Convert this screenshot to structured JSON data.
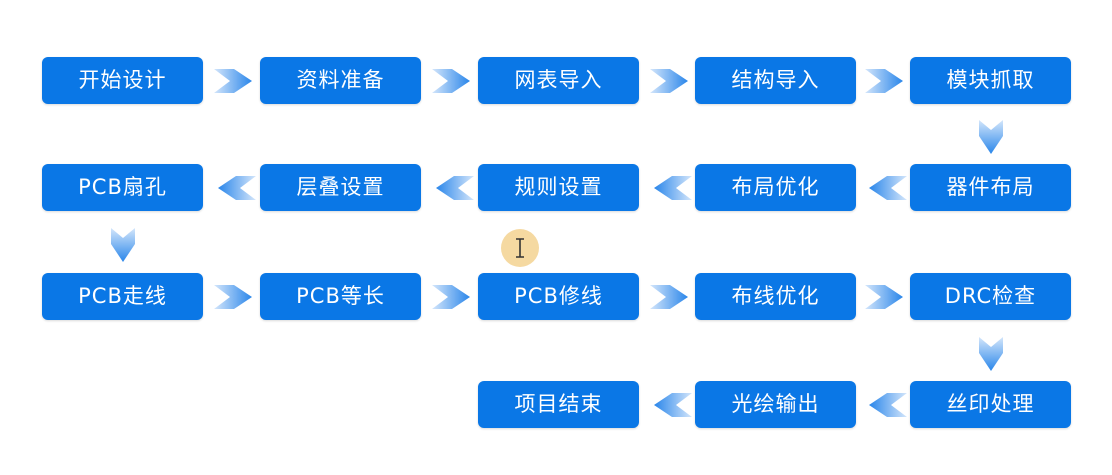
{
  "flow": {
    "steps": [
      "开始设计",
      "资料准备",
      "网表导入",
      "结构导入",
      "模块抓取",
      "器件布局",
      "布局优化",
      "规则设置",
      "层叠设置",
      "PCB扇孔",
      "PCB走线",
      "PCB等长",
      "PCB修线",
      "布线优化",
      "DRC检查",
      "丝印处理",
      "光绘输出",
      "项目结束"
    ]
  },
  "colors": {
    "box": "#0a77e6",
    "box_text": "#ffffff",
    "arrow_dark": "#2a86ea",
    "arrow_light": "#d4e6fb",
    "cursor_highlight": "#f3cf8a"
  }
}
